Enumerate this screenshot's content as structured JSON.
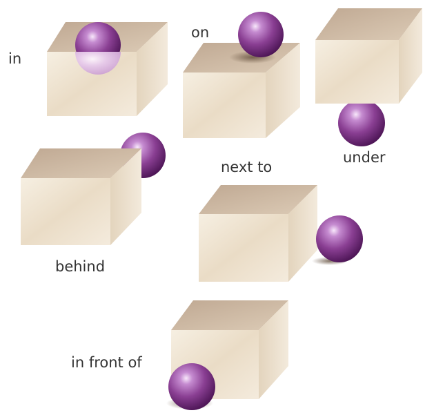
{
  "labels": {
    "in": "in",
    "on": "on",
    "under": "under",
    "behind": "behind",
    "next_to": "next to",
    "in_front_of": "in front of"
  },
  "colors": {
    "box_top": "#cdb8a4",
    "box_front": "#f1e7d6",
    "box_side": "#e2d3bc",
    "sphere_main": "#8a3f93",
    "sphere_dark": "#4d1556",
    "sphere_light": "#f6e4fa",
    "shadow": "#6f5a46",
    "text": "#333333"
  }
}
